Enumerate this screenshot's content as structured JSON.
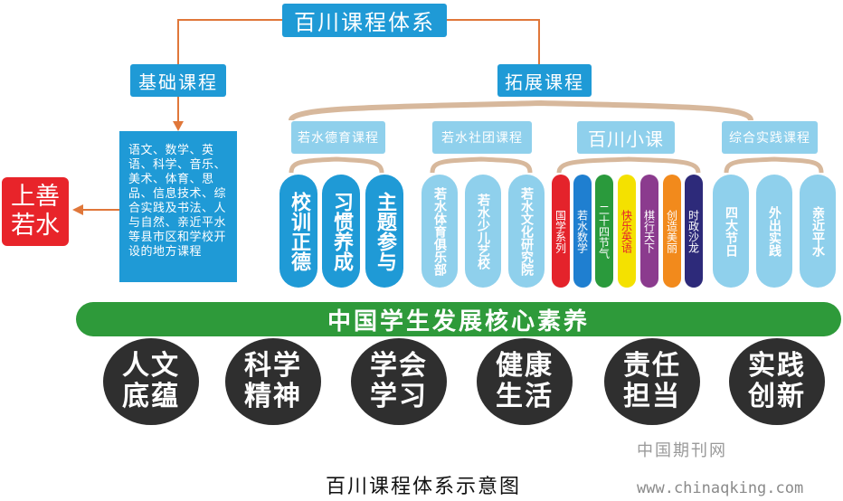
{
  "title": "百川课程体系",
  "basic": {
    "title": "基础课程",
    "content": "语文、数学、英语、科学、音乐、美术、体育、思品、信息技术、综合实践及书法、人与自然、亲近平水等县市区和学校开设的地方课程"
  },
  "motto": "上善若水",
  "extended": {
    "title": "拓展课程",
    "groups": [
      {
        "title": "若水德育课程",
        "items": [
          "校训正德",
          "习惯养成",
          "主题参与"
        ]
      },
      {
        "title": "若水社团课程",
        "items": [
          "若水体育俱乐部",
          "若水少儿艺校",
          "若水文化研究院"
        ]
      },
      {
        "title": "百川小课",
        "items": [
          "国学系列",
          "若水数学",
          "二十四节气",
          "快乐英语",
          "棋行天下",
          "创造美丽",
          "时政沙龙"
        ]
      },
      {
        "title": "综合实践课程",
        "items": [
          "四大节日",
          "外出实践",
          "亲近平水"
        ]
      }
    ]
  },
  "core_band": "中国学生发展核心素养",
  "competencies": [
    {
      "line1": "人文",
      "line2": "底蕴"
    },
    {
      "line1": "科学",
      "line2": "精神"
    },
    {
      "line1": "学会",
      "line2": "学习"
    },
    {
      "line1": "健康",
      "line2": "生活"
    },
    {
      "line1": "责任",
      "line2": "担当"
    },
    {
      "line1": "实践",
      "line2": "创新"
    }
  ],
  "caption": "百川课程体系示意图",
  "watermark": {
    "line1": "中国期刊网",
    "line2": "www.chinaqking.com"
  },
  "colors": {
    "dark_blue": "#1f9ad6",
    "light_blue": "#8fd0ec",
    "connector": "#e0773a",
    "brace": "#d7b89c",
    "red": "#e8242a",
    "green": "#2e9a3a",
    "circle": "#2f2f2f",
    "rainbow": [
      "#e4232b",
      "#1f7fd0",
      "#2a9a3c",
      "#f4e100",
      "#8b3b8e",
      "#f28a1c",
      "#2d2a7a"
    ]
  }
}
